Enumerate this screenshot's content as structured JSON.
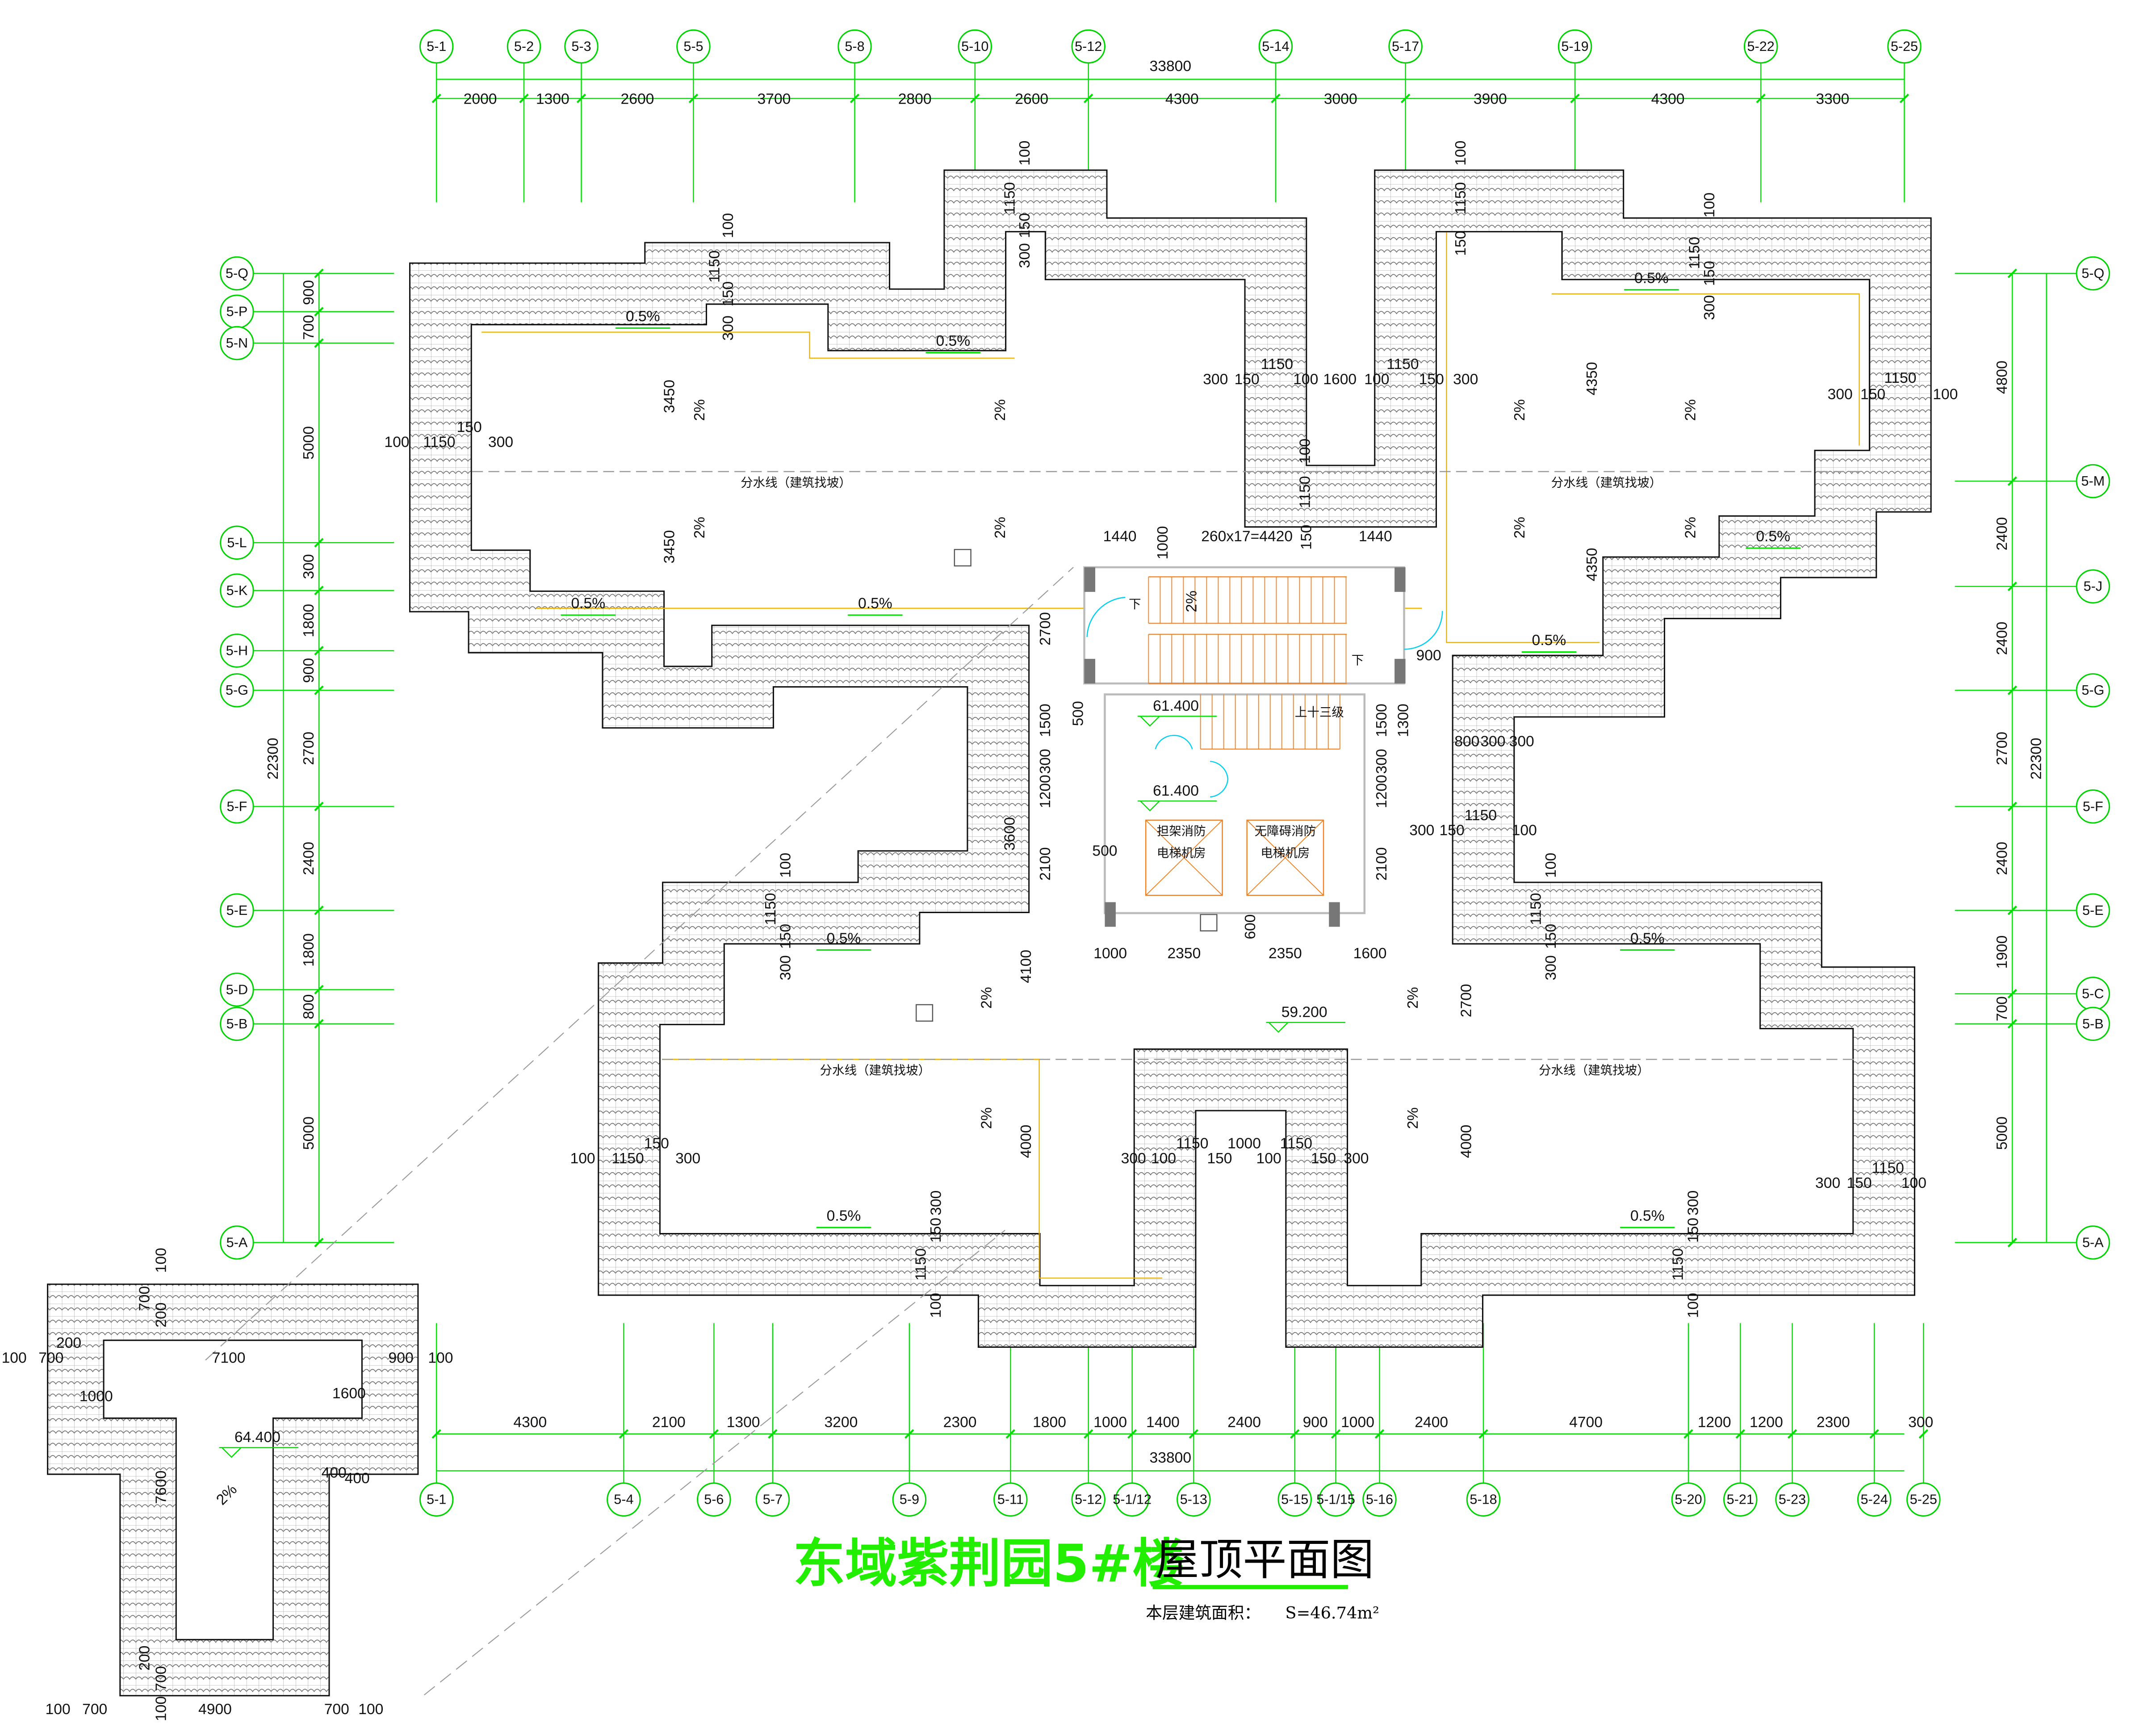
{
  "title": {
    "project": "东域紫荆园5#楼",
    "drawing": "屋顶平面图",
    "area_label": "本层建筑面积：",
    "area_value": "S=46.74m²"
  },
  "axes": {
    "top": [
      "5-1",
      "5-2",
      "5-3",
      "5-5",
      "5-8",
      "5-10",
      "5-12",
      "5-14",
      "5-17",
      "5-19",
      "5-22",
      "5-25"
    ],
    "bottom": [
      "5-1",
      "5-4",
      "5-6",
      "5-7",
      "5-9",
      "5-11",
      "5-12",
      "5-1/12",
      "5-13",
      "5-15",
      "5-1/15",
      "5-16",
      "5-18",
      "5-20",
      "5-21",
      "5-23",
      "5-24",
      "5-25"
    ],
    "left": [
      "5-Q",
      "5-P",
      "5-N",
      "5-L",
      "5-K",
      "5-H",
      "5-G",
      "5-F",
      "5-E",
      "5-D",
      "5-B",
      "5-A"
    ],
    "right": [
      "5-Q",
      "5-M",
      "5-J",
      "5-G",
      "5-F",
      "5-E",
      "5-C",
      "5-B",
      "5-A"
    ]
  },
  "dims": {
    "top_total": "33800",
    "top_segments": [
      "2000",
      "1300",
      "2600",
      "3700",
      "2800",
      "2600",
      "4300",
      "3000",
      "3900",
      "4300",
      "3300"
    ],
    "bottom_total": "33800",
    "bottom_segments": [
      "4300",
      "2100",
      "1300",
      "3200",
      "2300",
      "1800",
      "1000",
      "1400",
      "2400",
      "900",
      "1000",
      "2400",
      "4700",
      "1200",
      "1200",
      "2300",
      "300"
    ],
    "left_total": "22300",
    "left_segments": [
      "900",
      "700",
      "5000",
      "300",
      "1800",
      "900",
      "2700",
      "2400",
      "1800",
      "800",
      "5000"
    ],
    "right_total": "22300",
    "right_segments": [
      "4800",
      "2400",
      "2400",
      "2700",
      "2400",
      "1900",
      "700",
      "5000"
    ]
  },
  "annotations": [
    "100",
    "1150",
    "150",
    "300",
    "3450",
    "3450",
    "2%",
    "2%",
    "2%",
    "2%",
    "0.5%",
    "0.5%",
    "0.5%",
    "0.5%",
    "100",
    "1150",
    "150",
    "300",
    "100",
    "1150",
    "150",
    "300",
    "分水线（建筑找坡）",
    "300",
    "150",
    "1150",
    "100",
    "1600",
    "100",
    "1150",
    "150",
    "300",
    "100",
    "1150",
    "100",
    "1150",
    "150",
    "100",
    "1150",
    "150",
    "300",
    "4350",
    "4350",
    "2%",
    "2%",
    "2%",
    "2%",
    "0.5%",
    "0.5%",
    "0.5%",
    "300",
    "150",
    "1150",
    "100",
    "分水线（建筑找坡）",
    "1440",
    "1000",
    "260x17=4420",
    "150",
    "1440",
    "下",
    "2%",
    "下",
    "900",
    "61.400",
    "上十三级",
    "61.400",
    "担架消防",
    "电梯机房",
    "无障碍消防",
    "电梯机房",
    "500",
    "500",
    "2700",
    "1500",
    "300",
    "1200",
    "2100",
    "3600",
    "1500",
    "1300",
    "300",
    "1200",
    "2100",
    "1000",
    "2350",
    "2350",
    "1600",
    "600",
    "4100",
    "2700",
    "800",
    "300",
    "300",
    "300",
    "150",
    "1150",
    "100",
    "100",
    "1150",
    "150",
    "300",
    "0.5%",
    "2%",
    "2%",
    "分水线（建筑找坡）",
    "100",
    "1150",
    "150",
    "300",
    "0.5%",
    "300",
    "150",
    "1150",
    "100",
    "4000",
    "59.200",
    "300",
    "100",
    "1150",
    "150",
    "1000",
    "100",
    "1150",
    "150",
    "300",
    "2%",
    "2%",
    "4000",
    "100",
    "1150",
    "150",
    "300",
    "0.5%",
    "分水线（建筑找坡）",
    "0.5%",
    "300",
    "150",
    "1150",
    "100",
    "300",
    "150",
    "1150",
    "100",
    "100",
    "700",
    "200",
    "7100",
    "900",
    "100",
    "1000",
    "1600",
    "64.400",
    "2%",
    "400",
    "400",
    "7600",
    "100",
    "700",
    "200",
    "200",
    "700",
    "100",
    "100",
    "700",
    "4900",
    "700",
    "100"
  ],
  "colors": {
    "grid_green": "#00e000",
    "title_green": "#22ee00",
    "stair_orange": "#f08020",
    "parapet_yellow": "#f0b400",
    "door_cyan": "#00d0f0",
    "tile_gray": "#555555"
  }
}
